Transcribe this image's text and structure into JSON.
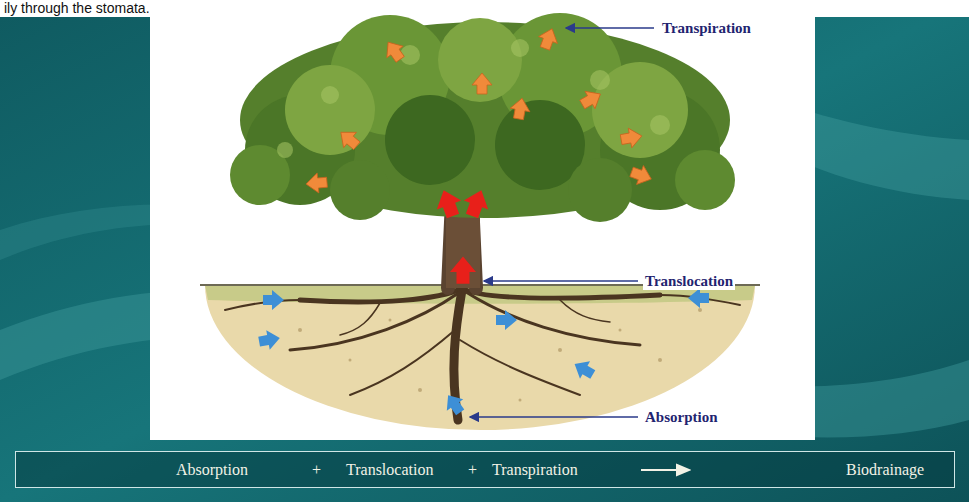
{
  "diagram": {
    "nodes": [
      {
        "text": [
          "Absorption",
          "+",
          "Translocation",
          "+",
          "Transpiration",
          "Biodrainage"
        ]
      }
    ],
    "labels": [
      "ily through the stomata.",
      "Transpiration",
      "Translocation",
      "Absorption"
    ]
  }
}
